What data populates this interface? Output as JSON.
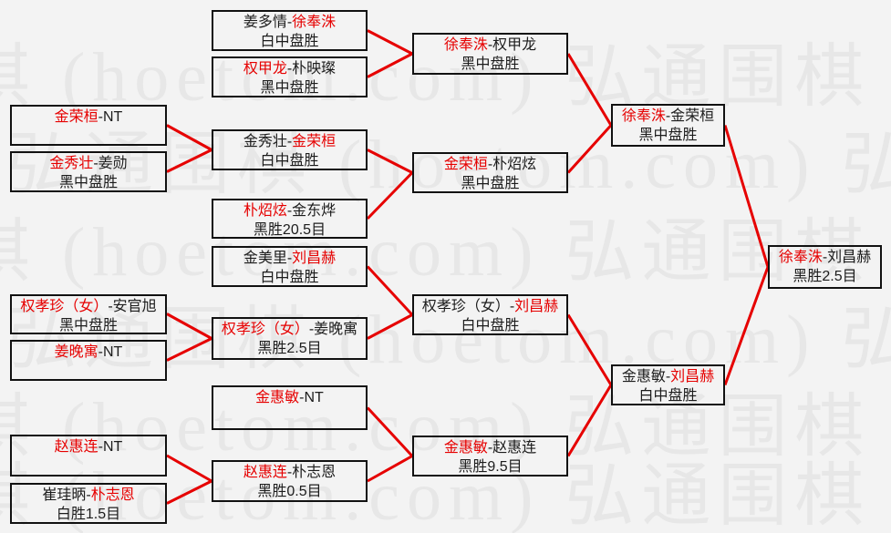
{
  "watermark": {
    "text": "弘通围棋 (hoetom.com)"
  },
  "colors": {
    "background": "#f3f3f3",
    "box_border": "#111111",
    "text": "#1c1c1c",
    "winner_red": "#e60000",
    "connector_red": "#e60000",
    "watermark_gray": "#e7e7e7"
  },
  "matches": [
    {
      "line1": [
        {
          "t": "金荣桓",
          "red": true
        },
        {
          "t": "-NT",
          "red": false
        }
      ],
      "line2": ""
    },
    {
      "line1": [
        {
          "t": "金秀壮",
          "red": true
        },
        {
          "t": "-姜勋",
          "red": false
        }
      ],
      "line2": "黑中盘胜"
    },
    {
      "line1": [
        {
          "t": "权孝珍（女）",
          "red": true
        },
        {
          "t": "-安官旭",
          "red": false
        }
      ],
      "line2": "黑中盘胜"
    },
    {
      "line1": [
        {
          "t": "姜晚寓",
          "red": true
        },
        {
          "t": "-NT",
          "red": false
        }
      ],
      "line2": ""
    },
    {
      "line1": [
        {
          "t": "赵惠连",
          "red": true
        },
        {
          "t": "-NT",
          "red": false
        }
      ],
      "line2": ""
    },
    {
      "line1": [
        {
          "t": "崔珪昞-",
          "red": false
        },
        {
          "t": "朴志恩",
          "red": true
        }
      ],
      "line2": "白胜1.5目"
    },
    {
      "line1": [
        {
          "t": "姜多情-",
          "red": false
        },
        {
          "t": "徐奉洙",
          "red": true
        }
      ],
      "line2": "白中盘胜"
    },
    {
      "line1": [
        {
          "t": "权甲龙",
          "red": true
        },
        {
          "t": "-朴映璨",
          "red": false
        }
      ],
      "line2": "黑中盘胜"
    },
    {
      "line1": [
        {
          "t": "金秀壮-",
          "red": false
        },
        {
          "t": "金荣桓",
          "red": true
        }
      ],
      "line2": "白中盘胜"
    },
    {
      "line1": [
        {
          "t": "朴炤炫",
          "red": true
        },
        {
          "t": "-金东烨",
          "red": false
        }
      ],
      "line2": "黑胜20.5目"
    },
    {
      "line1": [
        {
          "t": "金美里-",
          "red": false
        },
        {
          "t": "刘昌赫",
          "red": true
        }
      ],
      "line2": "白中盘胜"
    },
    {
      "line1": [
        {
          "t": "权孝珍（女）",
          "red": true
        },
        {
          "t": "-姜晚寓",
          "red": false
        }
      ],
      "line2": "黑胜2.5目"
    },
    {
      "line1": [
        {
          "t": "金惠敏",
          "red": true
        },
        {
          "t": "-NT",
          "red": false
        }
      ],
      "line2": ""
    },
    {
      "line1": [
        {
          "t": "赵惠连",
          "red": true
        },
        {
          "t": "-朴志恩",
          "red": false
        }
      ],
      "line2": "黑胜0.5目"
    },
    {
      "line1": [
        {
          "t": "徐奉洙",
          "red": true
        },
        {
          "t": "-权甲龙",
          "red": false
        }
      ],
      "line2": "黑中盘胜"
    },
    {
      "line1": [
        {
          "t": "金荣桓",
          "red": true
        },
        {
          "t": "-朴炤炫",
          "red": false
        }
      ],
      "line2": "黑中盘胜"
    },
    {
      "line1": [
        {
          "t": "权孝珍（女）-",
          "red": false
        },
        {
          "t": "刘昌赫",
          "red": true
        }
      ],
      "line2": "白中盘胜"
    },
    {
      "line1": [
        {
          "t": "金惠敏",
          "red": true
        },
        {
          "t": "-赵惠连",
          "red": false
        }
      ],
      "line2": "黑胜9.5目"
    },
    {
      "line1": [
        {
          "t": "徐奉洙",
          "red": true
        },
        {
          "t": "-金荣桓",
          "red": false
        }
      ],
      "line2": "黑中盘胜"
    },
    {
      "line1": [
        {
          "t": "金惠敏-",
          "red": false
        },
        {
          "t": "刘昌赫",
          "red": true
        }
      ],
      "line2": "白中盘胜"
    },
    {
      "line1": [
        {
          "t": "徐奉洙",
          "red": true
        },
        {
          "t": "-刘昌赫",
          "red": false
        }
      ],
      "line2": "黑胜2.5目"
    }
  ]
}
